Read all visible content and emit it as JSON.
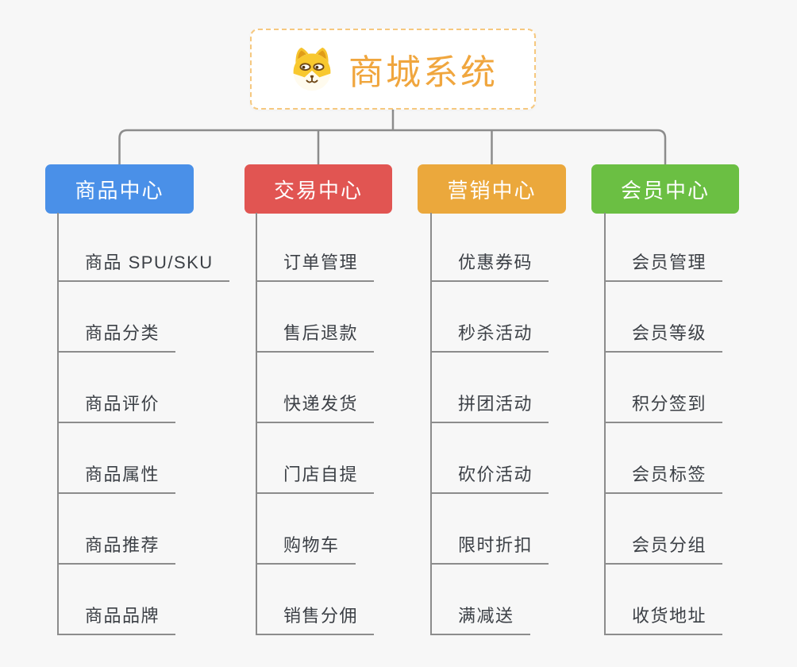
{
  "root": {
    "title": "商城系统",
    "icon": "dog-face-icon",
    "accent_color": "#f0a63e",
    "border_color": "#f6c87f"
  },
  "connector_color": "#8c8c8c",
  "background_color": "#f7f7f7",
  "branches": [
    {
      "label": "商品中心",
      "color": "#4a90e8",
      "items": [
        "商品 SPU/SKU",
        "商品分类",
        "商品评价",
        "商品属性",
        "商品推荐",
        "商品品牌"
      ]
    },
    {
      "label": "交易中心",
      "color": "#e15552",
      "items": [
        "订单管理",
        "售后退款",
        "快递发货",
        "门店自提",
        "购物车",
        "销售分佣"
      ]
    },
    {
      "label": "营销中心",
      "color": "#eba83c",
      "items": [
        "优惠券码",
        "秒杀活动",
        "拼团活动",
        "砍价活动",
        "限时折扣",
        "满减送"
      ]
    },
    {
      "label": "会员中心",
      "color": "#6bbf43",
      "items": [
        "会员管理",
        "会员等级",
        "积分签到",
        "会员标签",
        "会员分组",
        "收货地址"
      ]
    }
  ]
}
